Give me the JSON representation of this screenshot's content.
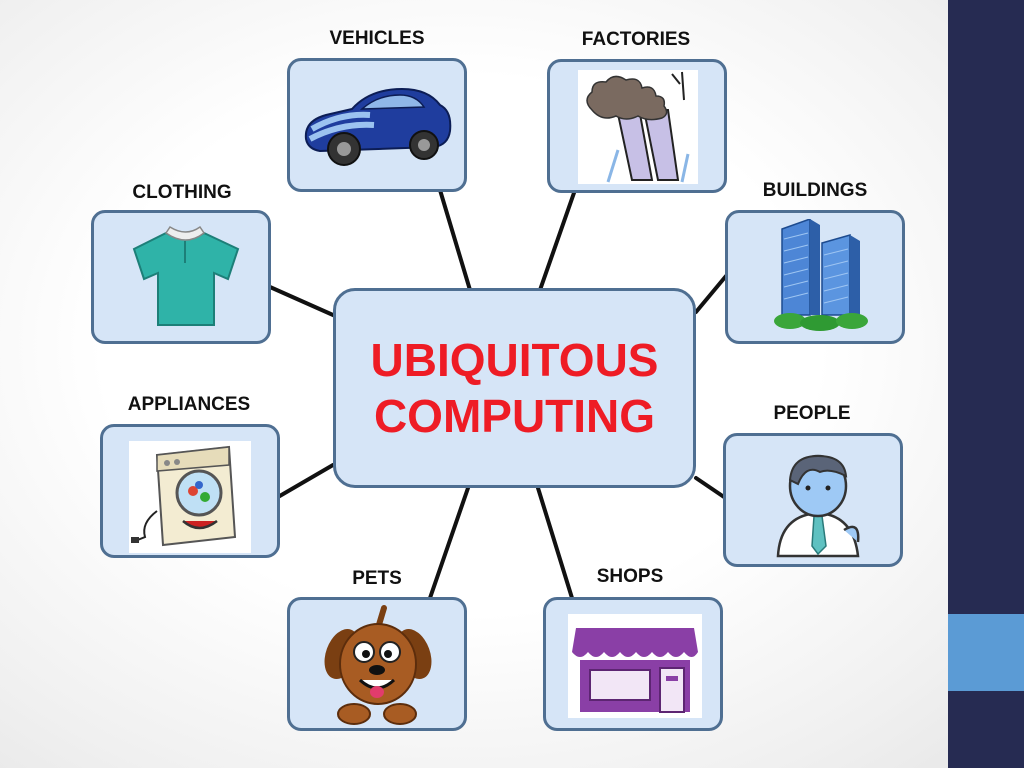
{
  "center": {
    "line1": "UBIQUITOUS",
    "line2": "COMPUTING"
  },
  "nodes": {
    "vehicles": "VEHICLES",
    "factories": "FACTORIES",
    "clothing": "CLOTHING",
    "buildings": "BUILDINGS",
    "appliances": "APPLIANCES",
    "people": "PEOPLE",
    "pets": "PETS",
    "shops": "SHOPS"
  },
  "colors": {
    "title": "#ee1c25",
    "box_fill": "#d6e5f7",
    "box_border": "#4f6f92",
    "sidebar": "#262b52",
    "sidebar_accent": "#5b9bd5"
  }
}
